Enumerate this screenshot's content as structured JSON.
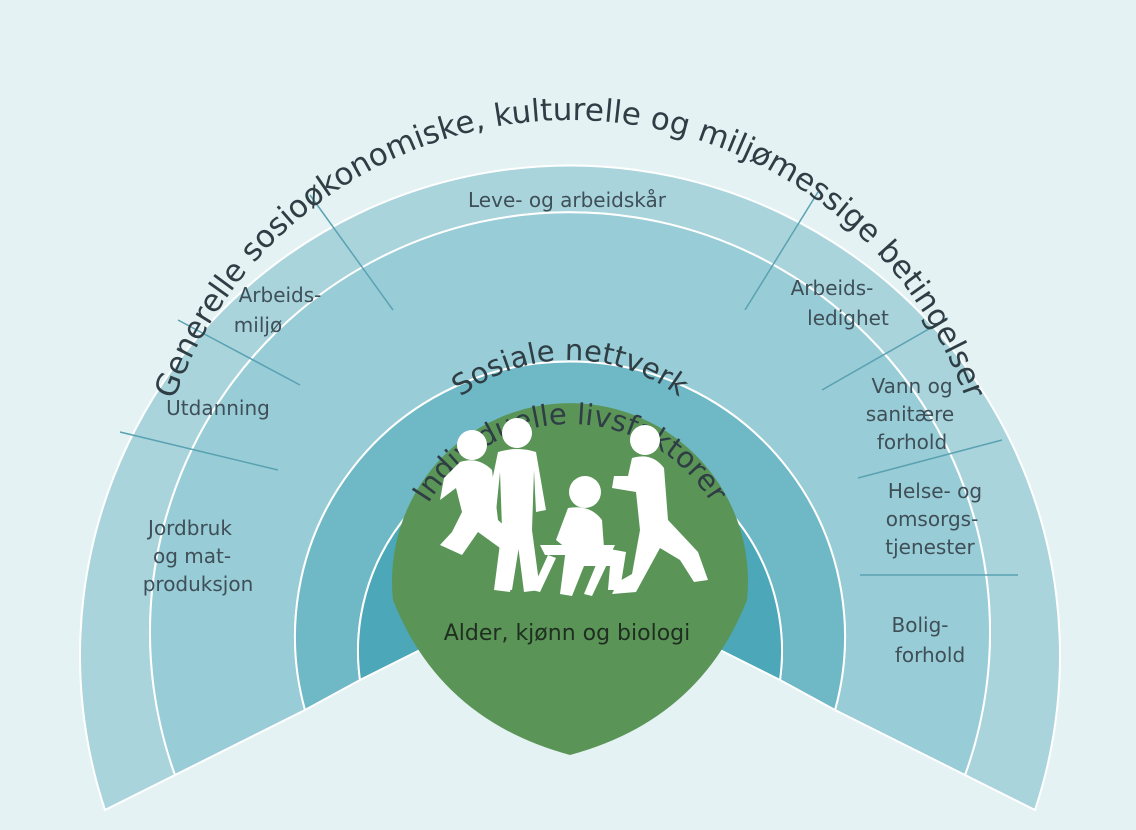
{
  "outer_ring": {
    "label": "Generelle sosioøkonomiske, kulturelle og miljømessige betingelser"
  },
  "living_conditions": {
    "top_label": "Leve- og arbeidskår",
    "left_segments": [
      [
        "Jordbruk",
        "og mat-",
        "produksjon"
      ],
      [
        "Utdanning"
      ],
      [
        "Arbeids-",
        "miljø"
      ]
    ],
    "right_segments": [
      [
        "Arbeids-",
        "ledighet"
      ],
      [
        "Vann og",
        "sanitære",
        "forhold"
      ],
      [
        "Helse- og",
        "omsorgs-",
        "tjenester"
      ],
      [
        "Bolig-",
        "forhold"
      ]
    ]
  },
  "social_ring": {
    "label": "Sosiale nettverk"
  },
  "individual_ring": {
    "label": "Individuelle livsfaktorer"
  },
  "core": {
    "label": "Alder, kjønn og biologi",
    "icon": "people-silhouette-icon"
  },
  "colors": {
    "background": "#e4f2f4",
    "outer_ring": "#a9d4dc",
    "living_ring": "#98ccd6",
    "social_ring": "#6fb8c6",
    "individual_ring": "#4ca7b8",
    "core": "#5a9557"
  }
}
